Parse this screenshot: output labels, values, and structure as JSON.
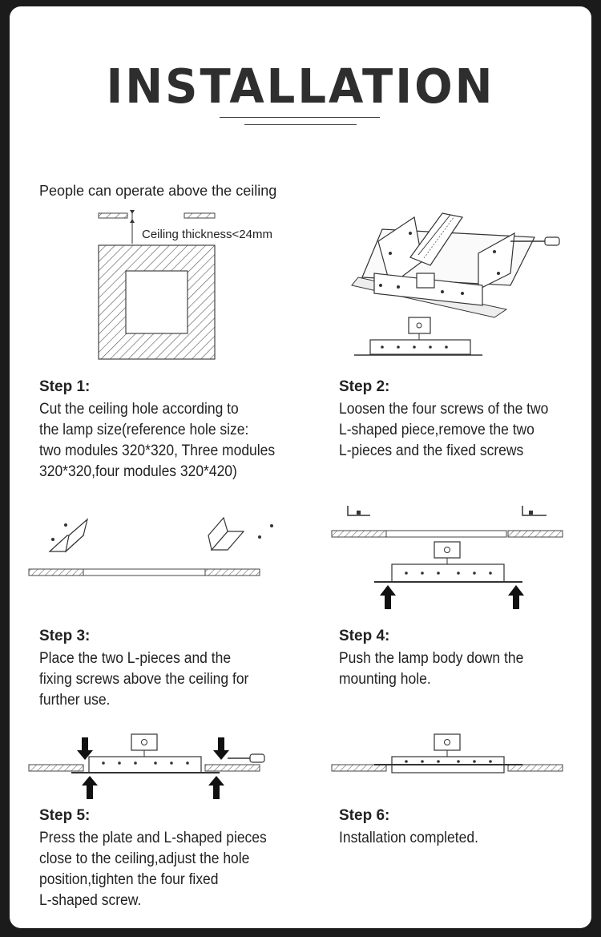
{
  "header": {
    "title": "INSTALLATION"
  },
  "step1_diagram": {
    "caption": "People can operate above the ceiling",
    "annotation": "Ceiling thickness<24mm"
  },
  "steps": [
    {
      "title": "Step 1:",
      "text": "Cut the ceiling hole according to\nthe lamp size(reference hole size:\ntwo modules 320*320, Three modules\n 320*320,four modules 320*420)"
    },
    {
      "title": "Step 2:",
      "text": "Loosen the four screws of the two\nL-shaped piece,remove the two\nL-pieces and the fixed screws"
    },
    {
      "title": "Step 3:",
      "text": "Place the two L-pieces and the\nfixing screws above the ceiling for\nfurther use."
    },
    {
      "title": "Step 4:",
      "text": "Push the lamp body down the\nmounting hole."
    },
    {
      "title": "Step 5:",
      "text": "Press the plate and L-shaped pieces\nclose to the ceiling,adjust the hole\nposition,tighten the four fixed\nL-shaped screw."
    },
    {
      "title": "Step 6:",
      "text": "Installation completed."
    }
  ]
}
